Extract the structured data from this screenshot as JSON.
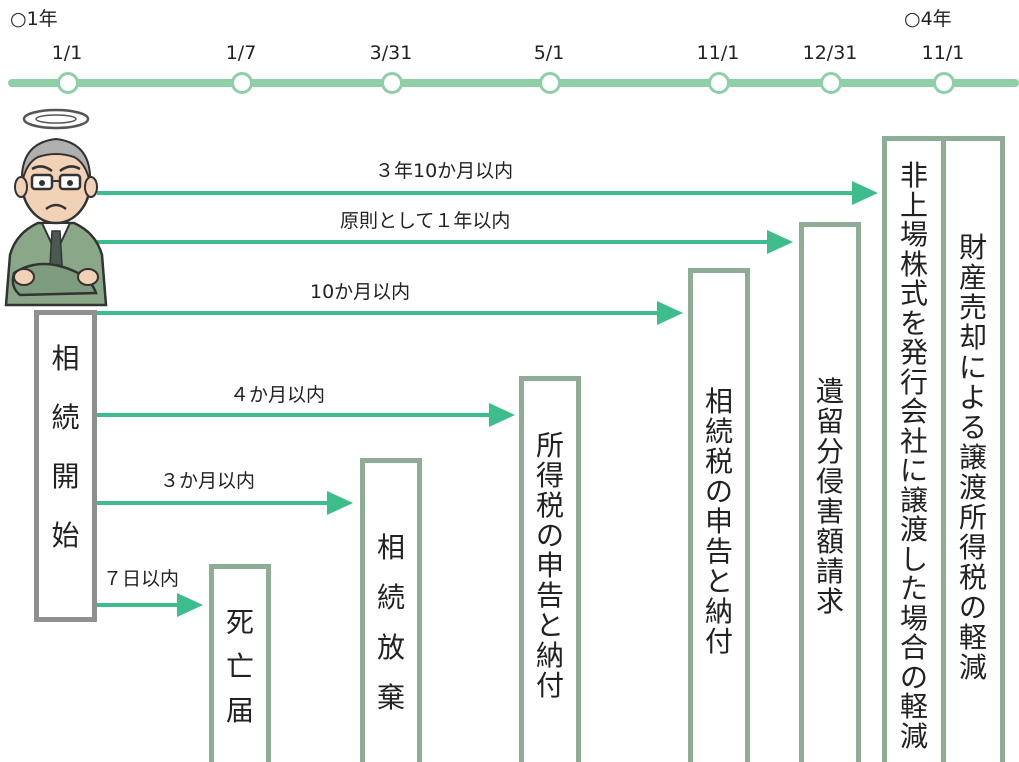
{
  "timeline": {
    "years": [
      {
        "label": "○1年"
      },
      {
        "label": "○4年"
      }
    ],
    "dates": [
      "1/1",
      "1/7",
      "3/31",
      "5/1",
      "11/1",
      "12/31",
      "11/1"
    ]
  },
  "arrows": [
    {
      "label": "３年10か月以内"
    },
    {
      "label": "原則として１年以内"
    },
    {
      "label": "10か月以内"
    },
    {
      "label": "４か月以内"
    },
    {
      "label": "３か月以内"
    },
    {
      "label": "７日以内"
    }
  ],
  "start_box": {
    "label": "相続開始"
  },
  "boxes": [
    {
      "label": "死亡届"
    },
    {
      "label": "相続放棄"
    },
    {
      "label": "所得税の申告と納付"
    },
    {
      "label": "相続税の申告と納付"
    },
    {
      "label": "遺留分侵害額請求"
    },
    {
      "label": "非上場株式を発行会社に譲渡した場合の軽減"
    },
    {
      "label": "財産売却による譲渡所得税の軽減"
    }
  ],
  "colors": {
    "timeline": "#8ecfa8",
    "arrow": "#3dbd8c",
    "box_border": "#8fac96",
    "start_box_border": "#8f8f8f"
  },
  "icons": [
    "deceased-man-icon",
    "halo-icon"
  ]
}
